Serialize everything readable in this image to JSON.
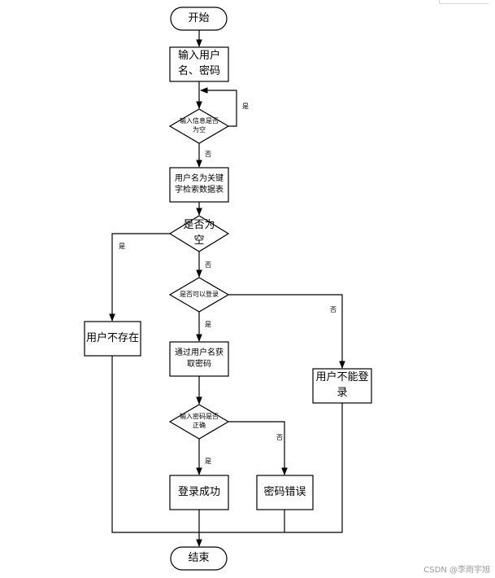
{
  "nodes": {
    "start": "开始",
    "input_credentials": "输入用户名、密码",
    "check_input_empty": "输入信息是否为空",
    "search_db": "用户名为关键字检索数据表",
    "check_result_empty": "是否为空",
    "user_not_exist": "用户不存在",
    "can_login": "是否可以登录",
    "get_password": "通过用户名获取密码",
    "cannot_login": "用户不能登录",
    "check_password": "输入密码是否正确",
    "login_success": "登录成功",
    "password_error": "密码错误",
    "end": "结束"
  },
  "edge_labels": {
    "yes": "是",
    "no": "否"
  },
  "watermark": "CSDN @李雨宇旭"
}
